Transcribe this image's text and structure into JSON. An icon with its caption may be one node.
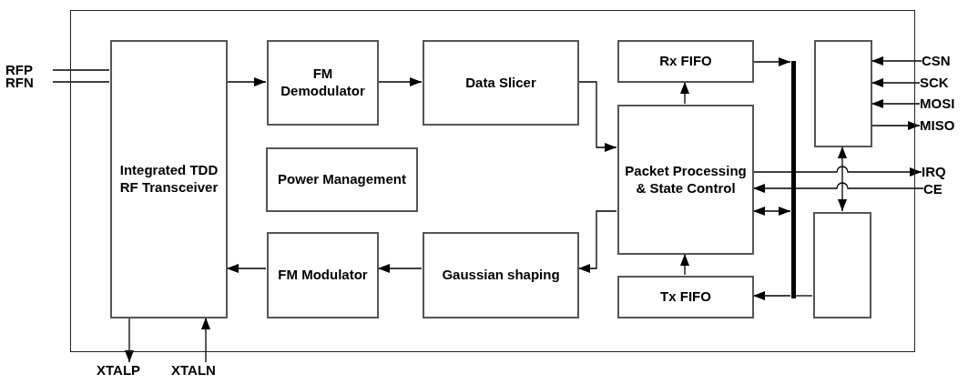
{
  "diagram": {
    "nodes": [
      {
        "text": [],
        "shape": "box"
      },
      {
        "text": [
          "RFP"
        ]
      },
      {
        "text": [
          "RFN"
        ]
      },
      {
        "text": [
          "Integrated TDD RF Transceiver"
        ],
        "in": 0
      },
      {
        "text": [
          "FM Demodulator"
        ],
        "in": 0
      },
      {
        "text": [
          "Data Slicer"
        ],
        "in": 0
      },
      {
        "text": [
          "Rx FIFO"
        ],
        "in": 0
      },
      {
        "text": [],
        "shape": "box",
        "in": 0
      },
      {
        "text": [
          "CSN"
        ]
      },
      {
        "text": [
          "SCK"
        ]
      },
      {
        "text": [
          "MOSI"
        ]
      },
      {
        "text": [
          "MISO"
        ]
      },
      {
        "text": [
          "Power Management"
        ],
        "in": 0
      },
      {
        "text": [
          "Packet Processing & State Control"
        ],
        "in": 0
      },
      {
        "text": [],
        "shape": "bar",
        "in": 0
      },
      {
        "text": [
          "IRQ"
        ]
      },
      {
        "text": [
          "CE"
        ]
      },
      {
        "text": [],
        "shape": "box",
        "in": 0
      },
      {
        "text": [
          "Gaussian shaping"
        ],
        "in": 0
      },
      {
        "text": [
          "FM Modulator"
        ],
        "in": 0
      },
      {
        "text": [
          "Tx FIFO"
        ],
        "in": 0
      },
      {
        "text": [
          "XTALP"
        ]
      },
      {
        "text": [
          "XTALN"
        ]
      }
    ],
    "edges": [
      {
        "from": 1,
        "to": 3,
        "arrow": "none"
      },
      {
        "from": 2,
        "to": 3,
        "arrow": "none"
      },
      {
        "from": 3,
        "to": 4,
        "arrow": "to"
      },
      {
        "from": 4,
        "to": 5,
        "arrow": "to"
      },
      {
        "from": 5,
        "to": 13,
        "arrow": "to"
      },
      {
        "from": 6,
        "to": 14,
        "arrow": "to"
      },
      {
        "from": 8,
        "to": 7,
        "arrow": "to"
      },
      {
        "from": 9,
        "to": 7,
        "arrow": "to"
      },
      {
        "from": 10,
        "to": 7,
        "arrow": "to"
      },
      {
        "from": 7,
        "to": 11,
        "arrow": "to"
      },
      {
        "from": 13,
        "to": 6,
        "arrow": "to"
      },
      {
        "from": 13,
        "to": 15,
        "arrow": "to"
      },
      {
        "from": 16,
        "to": 13,
        "arrow": "to"
      },
      {
        "from": 13,
        "to": 14,
        "arrow": "both"
      },
      {
        "from": 7,
        "to": 17,
        "arrow": "both"
      },
      {
        "from": 13,
        "to": 18,
        "arrow": "to"
      },
      {
        "from": 18,
        "to": 19,
        "arrow": "to"
      },
      {
        "from": 19,
        "to": 3,
        "arrow": "to"
      },
      {
        "from": 20,
        "to": 13,
        "arrow": "to"
      },
      {
        "from": 14,
        "to": 20,
        "arrow": "to"
      },
      {
        "from": 17,
        "to": 14,
        "arrow": "none"
      },
      {
        "from": 3,
        "to": 21,
        "arrow": "to"
      },
      {
        "from": 22,
        "to": 3,
        "arrow": "to"
      }
    ]
  }
}
